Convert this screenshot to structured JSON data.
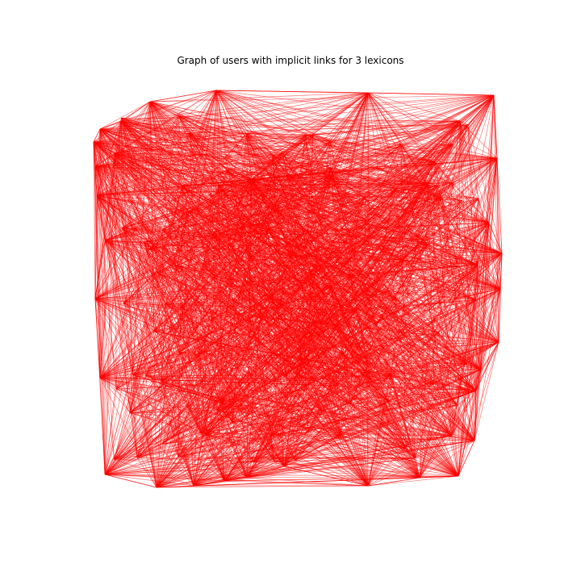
{
  "title": "Graph of users with implicit links for 3 lexicons",
  "colors": {
    "edge": "#ff0000",
    "background": "#ffffff",
    "title": "#000000"
  },
  "graph": {
    "node_count": 140,
    "edge_style": "semi-transparent thin lines",
    "layout": "random",
    "seed": 7
  }
}
